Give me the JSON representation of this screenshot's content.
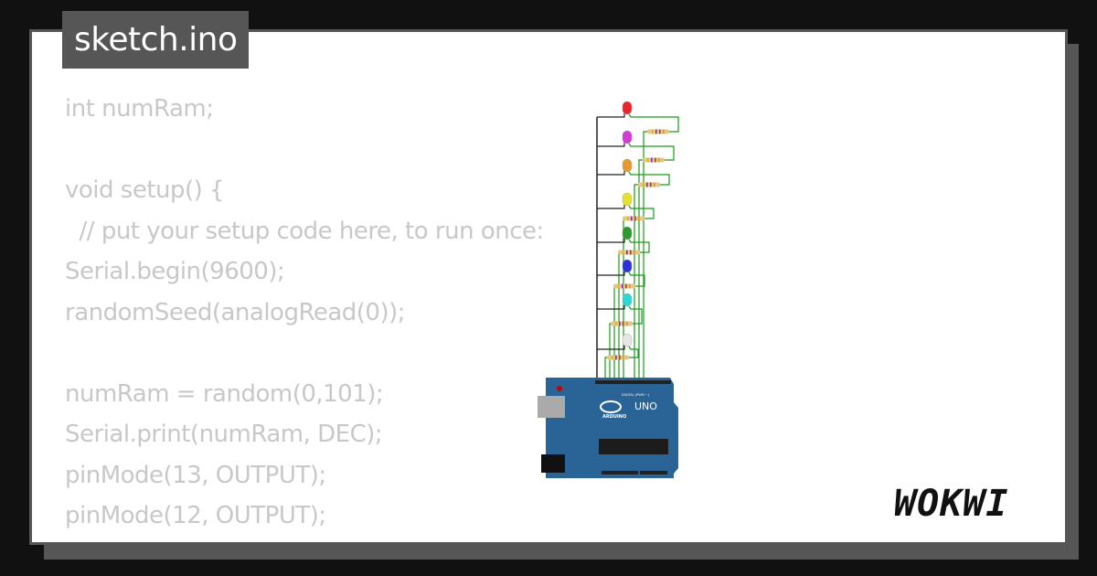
{
  "title": "sketch.ino",
  "code_lines": [
    "int numRam;",
    "",
    "void setup() {",
    "  // put your setup code here, to run once:",
    "Serial.begin(9600);",
    "randomSeed(analogRead(0));",
    "",
    "numRam = random(0,101);",
    "Serial.print(numRam, DEC);",
    "pinMode(13, OUTPUT);",
    "pinMode(12, OUTPUT);"
  ],
  "circuit": {
    "board_label": "UNO",
    "board_brand": "ARDUINO",
    "board_header_label": "DIGITAL (PWM ~)",
    "led_colors": [
      "#e8262a",
      "#d63ad6",
      "#e89a30",
      "#e8e030",
      "#2e9a2e",
      "#2a34d8",
      "#2ed6d6",
      "#e6e6e6"
    ],
    "wire_color": "#1a9a1a",
    "board_color": "#2a6496"
  },
  "brand_logo": "WOKWI"
}
